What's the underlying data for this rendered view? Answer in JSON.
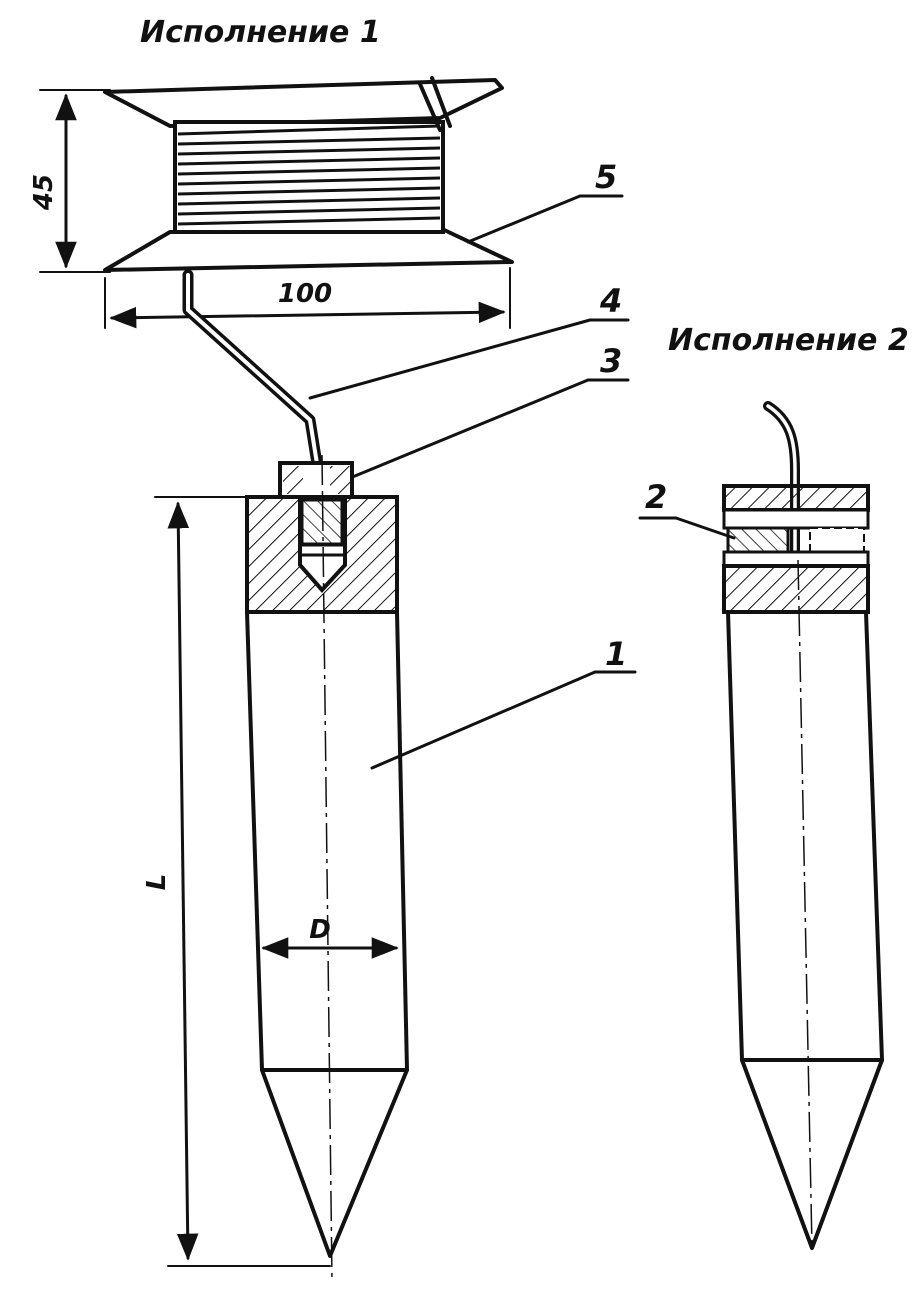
{
  "titles": {
    "variant_1": "Исполнение 1",
    "variant_2": "Исполнение 2"
  },
  "callouts": {
    "part_1": "1",
    "part_2": "2",
    "part_3": "3",
    "part_4": "4",
    "part_5": "5"
  },
  "dimensions": {
    "height": "45",
    "width": "100",
    "length": "L",
    "diameter": "D"
  },
  "colors": {
    "ink": "#111111",
    "paper": "#ffffff"
  }
}
